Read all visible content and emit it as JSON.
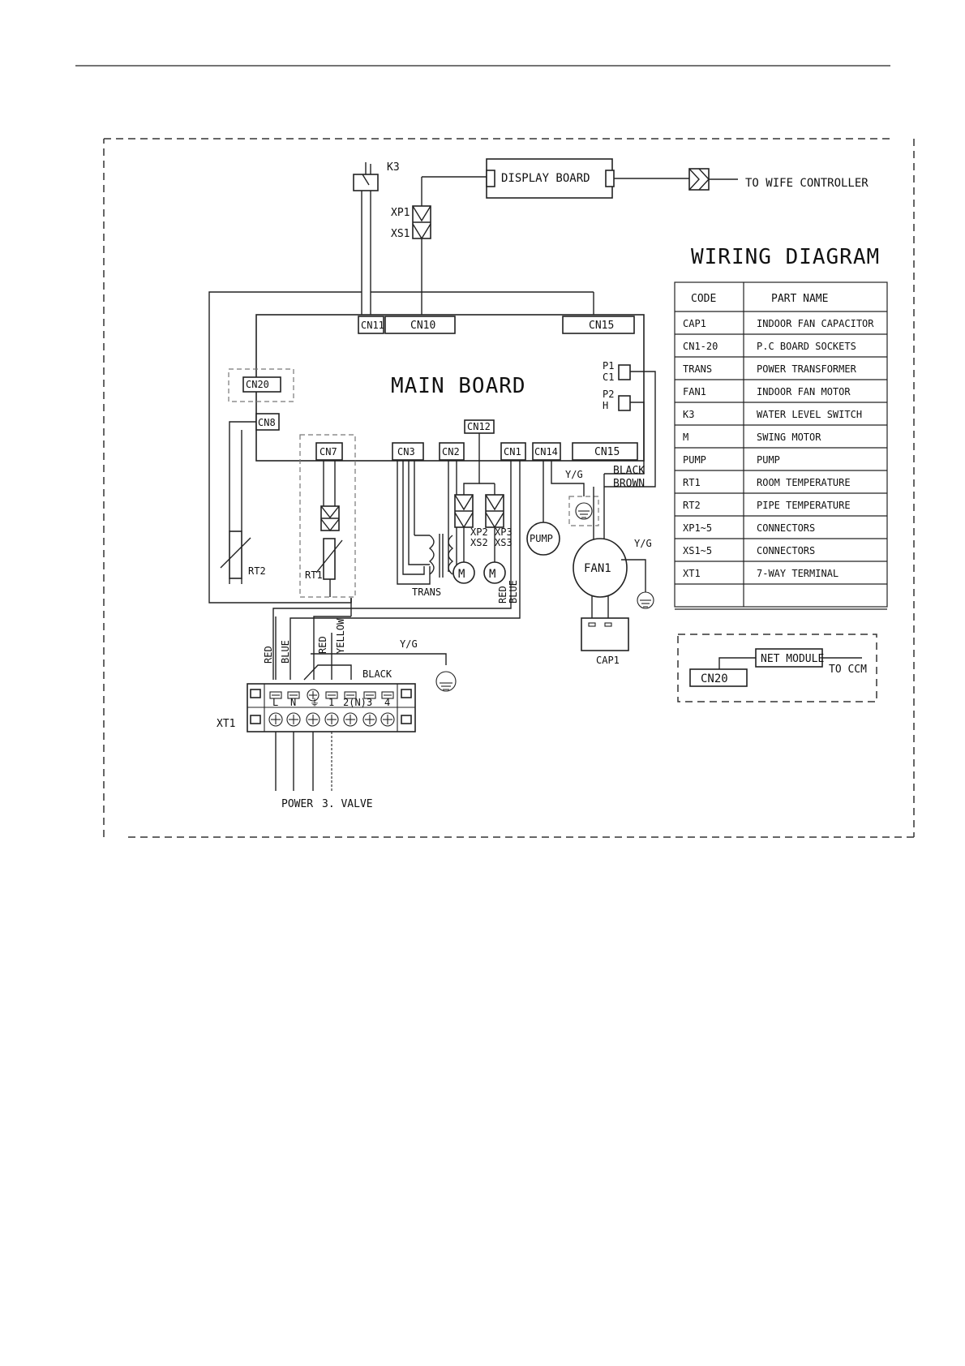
{
  "diagram": {
    "title": "WIRING  DIAGRAM",
    "main_board": "MAIN BOARD",
    "display_board": "DISPLAY BOARD",
    "to_wire_controller": "TO WIFE CONTROLLER",
    "k3": "K3",
    "xp1": "XP1",
    "xs1": "XS1",
    "sockets": {
      "cn11": "CN11",
      "cn10": "CN10",
      "cn15_top": "CN15",
      "cn20": "CN20",
      "cn8": "CN8",
      "cn7": "CN7",
      "cn3": "CN3",
      "cn2": "CN2",
      "cn12": "CN12",
      "cn1": "CN1",
      "cn14": "CN14",
      "cn15_bottom": "CN15"
    },
    "p1": "P1",
    "c1": "C1",
    "p2": "P2",
    "h": "H",
    "black": "BLACK",
    "brown": "BROWN",
    "yg": "Y/G",
    "rt2": "RT2",
    "rt1": "RT1",
    "trans": "TRANS",
    "xp2": "XP2",
    "xs2": "XS2",
    "xp3": "XP3",
    "xs3": "XS3",
    "m": "M",
    "pump": "PUMP",
    "fan1": "FAN1",
    "cap1": "CAP1",
    "red": "RED",
    "blue": "BLUE",
    "yellow": "YELLOW",
    "xt1": "XT1",
    "terminal_labels": [
      "L",
      "N",
      "⏚",
      "1",
      "2(N)",
      "3",
      "4"
    ],
    "power": "POWER",
    "valve": "3. VALVE",
    "net_module": "NET MODULE",
    "cn20_net": "CN20",
    "to_ccm": "TO CCM"
  },
  "parts_table": {
    "headers": [
      "CODE",
      "PART NAME"
    ],
    "rows": [
      [
        "CAP1",
        "INDOOR FAN CAPACITOR"
      ],
      [
        "CN1-20",
        "P.C BOARD SOCKETS"
      ],
      [
        "TRANS",
        "POWER TRANSFORMER"
      ],
      [
        "FAN1",
        "INDOOR FAN MOTOR"
      ],
      [
        "K3",
        "WATER LEVEL SWITCH"
      ],
      [
        "M",
        "SWING MOTOR"
      ],
      [
        "PUMP",
        "PUMP"
      ],
      [
        "RT1",
        "ROOM TEMPERATURE"
      ],
      [
        "RT2",
        "PIPE TEMPERATURE"
      ],
      [
        "XP1~5",
        "CONNECTORS"
      ],
      [
        "XS1~5",
        "CONNECTORS"
      ],
      [
        "XT1",
        "7-WAY TERMINAL"
      ],
      [
        "",
        ""
      ]
    ]
  }
}
